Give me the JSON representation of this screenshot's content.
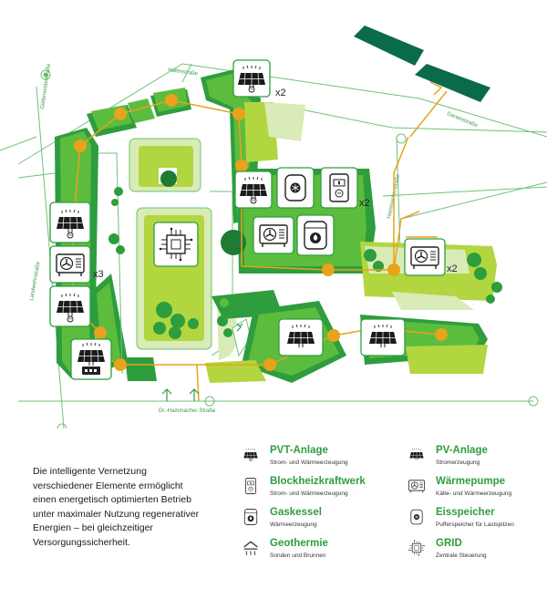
{
  "map": {
    "streets": {
      "hafen": "Hafenstraße",
      "gildemeister": "Gildemeisterstraße",
      "darwin": "Darwinstraße",
      "hammacher_vertical": "Hammacherstraße",
      "landwehr": "Landwehrstraße",
      "dr_hammacher": "Dr.-Hammacher-Straße"
    },
    "multipliers": [
      "x2",
      "x2",
      "x3",
      "x2"
    ],
    "icons": [
      "pvt-anlage-icon",
      "pvt-anlage-icon",
      "eisspeicher-icon",
      "blockheizkraftwerk-icon",
      "waermepumpe-icon",
      "gaskessel-icon",
      "pv-anlage-icon",
      "waermepumpe-icon",
      "pvt-anlage-icon",
      "pvt-anlage-icon",
      "waermepumpe-icon",
      "pv-anlage-icon",
      "pv-anlage-icon",
      "grid-icon"
    ],
    "colors": {
      "dark_green": "#2e9d3e",
      "mid_green": "#5cbc3e",
      "light_green": "#b2d63f",
      "pale_green": "#d9ebb6",
      "solar_panel_green": "#0a6b4b",
      "network_line": "#e8a21b"
    }
  },
  "description": "Die intelligente Vernetzung verschiedener Elemente ermöglicht einen energetisch optimierten Betrieb unter maximaler Nutzung regenerativer Energien – bei gleichzeitiger Versorgungssicherheit.",
  "legend": [
    {
      "icon": "pvt-anlage-icon",
      "title": "PVT-Anlage",
      "subtitle": "Strom- und Wärmeerzeugung"
    },
    {
      "icon": "pv-anlage-icon",
      "title": "PV-Anlage",
      "subtitle": "Stromerzeugung"
    },
    {
      "icon": "blockheizkraftwerk-icon",
      "title": "Blockheizkraftwerk",
      "subtitle": "Strom- und Wärmeerzeugung"
    },
    {
      "icon": "waermepumpe-icon",
      "title": "Wärmepumpe",
      "subtitle": "Kälte- und Wärmeerzeugung"
    },
    {
      "icon": "gaskessel-icon",
      "title": "Gaskessel",
      "subtitle": "Wärmeerzeugung"
    },
    {
      "icon": "eisspeicher-icon",
      "title": "Eisspeicher",
      "subtitle": "Pufferspeicher für Lastspitzen"
    },
    {
      "icon": "geothermie-icon",
      "title": "Geothermie",
      "subtitle": "Sonden und Brunnen"
    },
    {
      "icon": "grid-icon",
      "title": "GRID",
      "subtitle": "Zentrale Steuerung"
    }
  ]
}
